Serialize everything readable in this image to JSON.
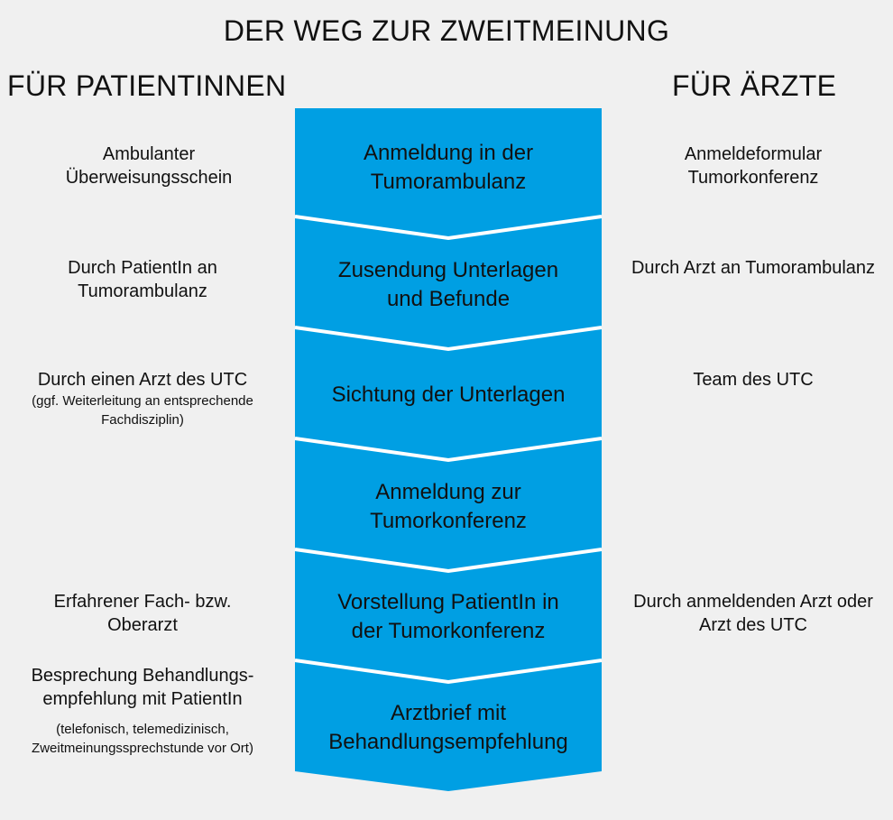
{
  "title": "DER WEG ZUR ZWEITMEINUNG",
  "headers": {
    "left": "FÜR PATIENTINNEN",
    "right": "FÜR ÄRZTE"
  },
  "colors": {
    "background": "#f0f0f0",
    "chevron_fill": "#009fe3",
    "divider": "#ffffff",
    "text": "#111111"
  },
  "steps": [
    {
      "line1": "Anmeldung in der",
      "line2": "Tumorambulanz"
    },
    {
      "line1": "Zusendung Unterlagen",
      "line2": "und Befunde"
    },
    {
      "line1": "Sichtung der Unterlagen",
      "line2": ""
    },
    {
      "line1": "Anmeldung zur",
      "line2": "Tumorkonferenz"
    },
    {
      "line1": "Vorstellung PatientIn in",
      "line2": "der Tumorkonferenz"
    },
    {
      "line1": "Arztbrief mit",
      "line2": "Behandlungsempfehlung"
    }
  ],
  "patients": {
    "s1": {
      "line1": "Ambulanter",
      "line2": "Überweisungsschein"
    },
    "s2": {
      "line1": "Durch PatientIn an",
      "line2": "Tumorambulanz"
    },
    "s3": {
      "line1": "Durch einen Arzt des UTC",
      "note1": "(ggf. Weiterleitung an entsprechende",
      "note2": "Fachdisziplin)"
    },
    "s5": {
      "line1": "Erfahrener Fach- bzw.",
      "line2": "Oberarzt"
    },
    "s6": {
      "line1": "Besprechung Behandlungs-",
      "line2": "empfehlung mit PatientIn",
      "note1": "(telefonisch, telemedizinisch,",
      "note2": "Zweitmeinungssprechstunde vor Ort)"
    }
  },
  "doctors": {
    "s1": {
      "line1": "Anmeldeformular",
      "line2": "Tumorkonferenz"
    },
    "s2": {
      "line1": "Durch Arzt an Tumorambulanz"
    },
    "s3": {
      "line1": "Team des UTC"
    },
    "s5": {
      "line1": "Durch anmeldenden Arzt oder",
      "line2": "Arzt des UTC"
    }
  }
}
